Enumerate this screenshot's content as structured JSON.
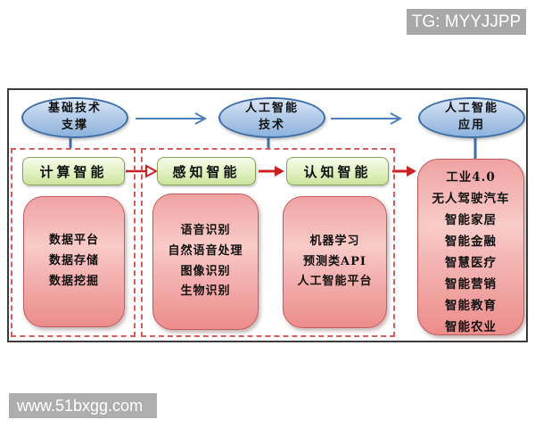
{
  "watermarks": {
    "tg_label": "TG: MYYJJPP",
    "site": "www.51bxgg.com"
  },
  "diagram": {
    "top_nodes": [
      {
        "line1": "基础技术",
        "line2": "支撑"
      },
      {
        "line1": "人工智能",
        "line2": "技术"
      },
      {
        "line1": "人工智能",
        "line2": "应用"
      }
    ],
    "columns": [
      {
        "header": "计算智能",
        "items": [
          "数据平台",
          "数据存储",
          "数据挖掘"
        ]
      },
      {
        "header": "感知智能",
        "items": [
          "语音识别",
          "自然语音处理",
          "图像识别",
          "生物识别"
        ]
      },
      {
        "header": "认知智能",
        "items": [
          "机器学习",
          "预测类API",
          "人工智能平台"
        ]
      }
    ],
    "applications": {
      "items": [
        "工业4.0",
        "无人驾驶汽车",
        "智能家居",
        "智能金融",
        "智慧医疗",
        "智能营销",
        "智能教育",
        "智能农业"
      ]
    }
  },
  "colors": {
    "ellipse_fill": "#b4cdea",
    "ellipse_border": "#3f6fa8",
    "green_fill": "#e3f2c5",
    "green_border": "#8fa05a",
    "pink_fill": "#f3b1af",
    "pink_border": "#c25b5b",
    "dashed_border": "#d85c5c",
    "arrow_blue": "#4d7ebf",
    "arrow_red": "#cc2020",
    "watermark_bg": "#a8a8a8",
    "frame_border": "#3c3c3c"
  }
}
